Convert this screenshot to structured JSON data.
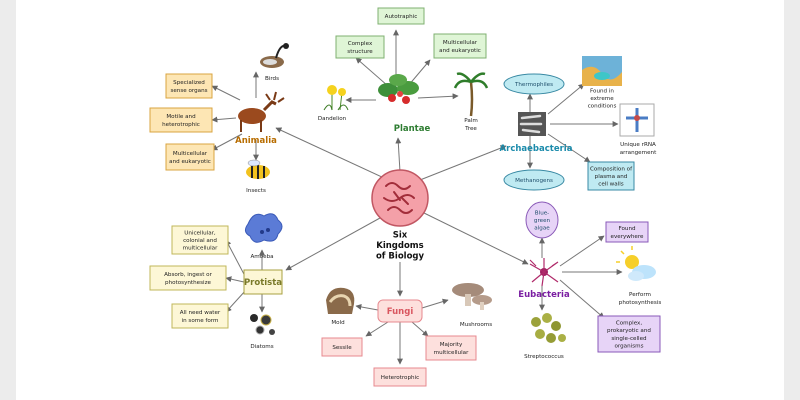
{
  "center": {
    "lines": [
      "Six",
      "Kingdoms",
      "of Biology"
    ]
  },
  "colors": {
    "plantae": "#2e7d32",
    "plantae_box": "#dff5d6",
    "animalia": "#b86d00",
    "animalia_box": "#fde6b4",
    "archaea": "#1b8bab",
    "archaea_box": "#bfeaf2",
    "eubacteria": "#7b1fa2",
    "eubacteria_box": "#e7d4f7",
    "fungi": "#d9565f",
    "fungi_box": "#fde0dd",
    "protista": "#7a7a2a",
    "protista_box": "#fdf7d6",
    "center": "#f4a0a8"
  },
  "plantae": {
    "title": "Plantae",
    "boxes": [
      {
        "lines": [
          "Autotraphic"
        ]
      },
      {
        "lines": [
          "Complex",
          "structure"
        ]
      },
      {
        "lines": [
          "Multicellular",
          "and eukaryotic"
        ]
      }
    ],
    "examples": [
      {
        "lines": [
          "Dandelion"
        ],
        "icon": "dandelion-icon"
      },
      {
        "lines": [
          "Palm",
          "Tree"
        ],
        "icon": "palm-tree-icon"
      }
    ]
  },
  "animalia": {
    "title": "Animalia",
    "boxes": [
      {
        "lines": [
          "Specialized",
          "sense organs"
        ]
      },
      {
        "lines": [
          "Motile and",
          "heterotrophic"
        ]
      },
      {
        "lines": [
          "Multicellular",
          "and eukaryotic"
        ]
      }
    ],
    "examples": [
      {
        "lines": [
          "Birds"
        ],
        "icon": "bird-icon"
      },
      {
        "lines": [
          "Insects"
        ],
        "icon": "bee-icon"
      }
    ]
  },
  "archaea": {
    "title": "Archaebacteria",
    "ovals": [
      {
        "lines": [
          "Thermophiles"
        ]
      },
      {
        "lines": [
          "Methanogens"
        ]
      }
    ],
    "boxes": [
      {
        "lines": [
          "Composition of",
          "plasma and",
          "cell walls"
        ]
      }
    ],
    "examples": [
      {
        "lines": [
          "Found in",
          "extreme",
          "conditions"
        ],
        "icon": "hot-spring-icon"
      },
      {
        "lines": [
          "Unique rRNA",
          "arrangement"
        ],
        "icon": "rrna-icon"
      }
    ]
  },
  "eubacteria": {
    "title": "Eubacteria",
    "ovals": [
      {
        "lines": [
          "Blue-",
          "green",
          "algae"
        ]
      }
    ],
    "boxes": [
      {
        "lines": [
          "Found",
          "everywhere"
        ]
      },
      {
        "lines": [
          "Complex,",
          "prokaryotic and",
          "single-celled",
          "organisms"
        ]
      }
    ],
    "examples": [
      {
        "lines": [
          "Perform",
          "photosynthesis"
        ],
        "icon": "sun-cloud-icon"
      },
      {
        "lines": [
          "Streptococcus"
        ],
        "icon": "streptococcus-icon"
      }
    ]
  },
  "fungi": {
    "title": "Fungi",
    "boxes": [
      {
        "lines": [
          "Sessile"
        ]
      },
      {
        "lines": [
          "Majority",
          "multicellular"
        ]
      },
      {
        "lines": [
          "Heterotrophic"
        ]
      }
    ],
    "examples": [
      {
        "lines": [
          "Mold"
        ],
        "icon": "mold-bread-icon"
      },
      {
        "lines": [
          "Mushrooms"
        ],
        "icon": "mushroom-icon"
      }
    ]
  },
  "protista": {
    "title": "Protista",
    "boxes": [
      {
        "lines": [
          "Unicellular,",
          "colonial and",
          "multicellular"
        ]
      },
      {
        "lines": [
          "Absorb, ingest or",
          "photosynthesize"
        ]
      },
      {
        "lines": [
          "All need water",
          "in some form"
        ]
      }
    ],
    "examples": [
      {
        "lines": [
          "Amoeba"
        ],
        "icon": "amoeba-icon"
      },
      {
        "lines": [
          "Diatoms"
        ],
        "icon": "diatom-icon"
      }
    ]
  }
}
